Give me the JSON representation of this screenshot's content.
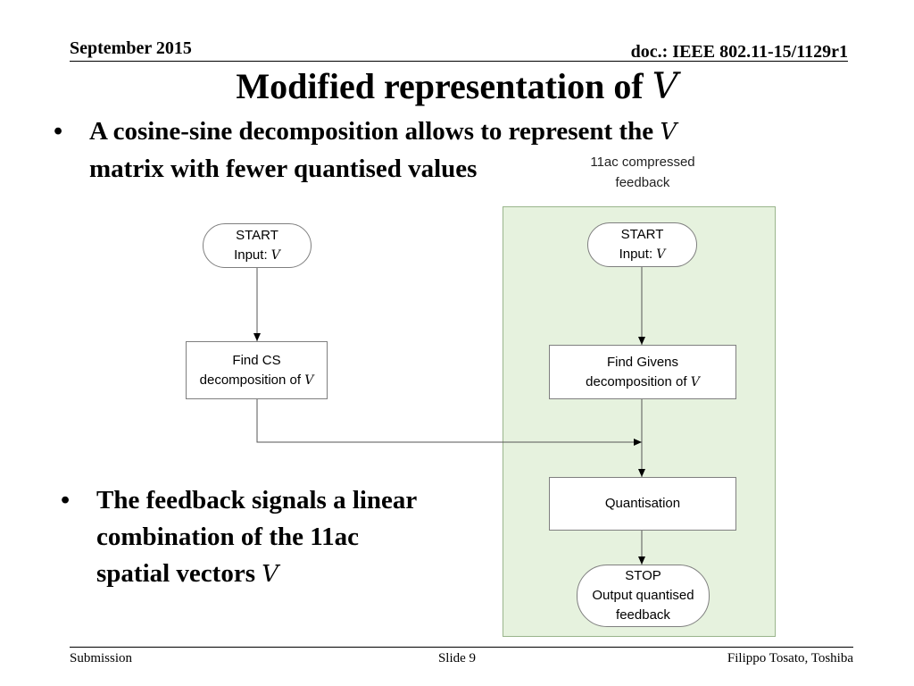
{
  "header": {
    "date": "September 2015",
    "doc": "doc.: IEEE 802.11-15/1129r1"
  },
  "title": {
    "text": "Modified representation of ",
    "var": "V"
  },
  "bullets": [
    {
      "line1": "A cosine-sine decomposition allows to represent the ",
      "line1_var": "V",
      "line2": "matrix with fewer quantised values"
    },
    {
      "line1": "The feedback signals a linear",
      "line2": "combination of the 11ac",
      "line3": "spatial vectors ",
      "line3_var": "V"
    }
  ],
  "annotation": {
    "line1": "11ac compressed",
    "line2": "feedback"
  },
  "flow_left": {
    "start": {
      "line1": "START",
      "line2": "Input: ",
      "var": "V"
    },
    "cs": {
      "line1": "Find CS",
      "line2": "decomposition of ",
      "var": "V"
    }
  },
  "flow_right": {
    "start": {
      "line1": "START",
      "line2": "Input: ",
      "var": "V"
    },
    "givens": {
      "line1": "Find Givens",
      "line2": "decomposition of ",
      "var": "V"
    },
    "quant": {
      "label": "Quantisation"
    },
    "stop": {
      "line1": "STOP",
      "line2": "Output quantised",
      "line3": "feedback"
    }
  },
  "footer": {
    "left": "Submission",
    "center": "Slide 9",
    "right": "Filippo Tosato, Toshiba"
  }
}
